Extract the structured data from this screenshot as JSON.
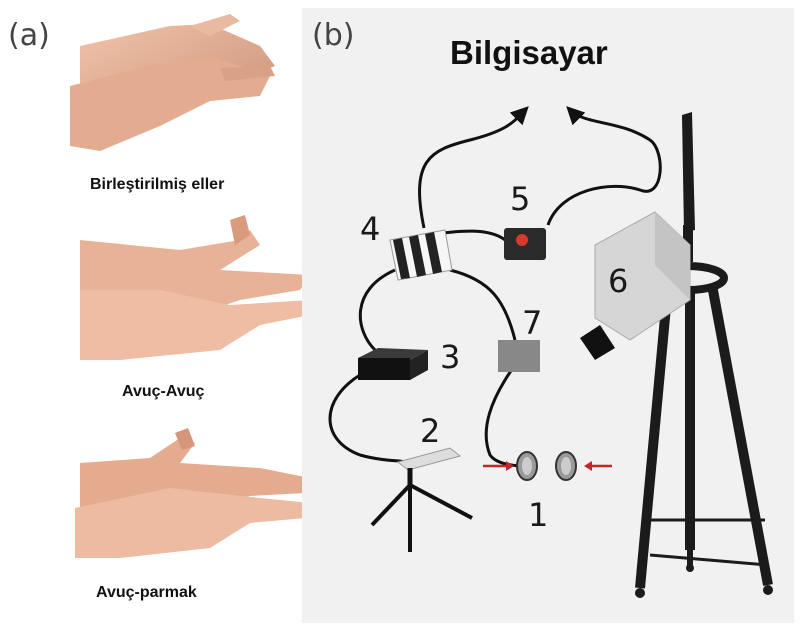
{
  "panel_a": {
    "label": "(a)",
    "captions": [
      "Birleştirilmiş eller",
      "Avuç-Avuç",
      "Avuç-parmak"
    ]
  },
  "panel_b": {
    "label": "(b)",
    "title": "Bilgisayar",
    "components": [
      "1",
      "2",
      "3",
      "4",
      "5",
      "6",
      "7"
    ]
  },
  "colors": {
    "skin": "#e8b49a",
    "skin_shadow": "#c98f75",
    "wire": "#111111",
    "arrow_red": "#c0262a",
    "camera_body": "#d4d4d4",
    "tripod": "#1b1b1b"
  }
}
